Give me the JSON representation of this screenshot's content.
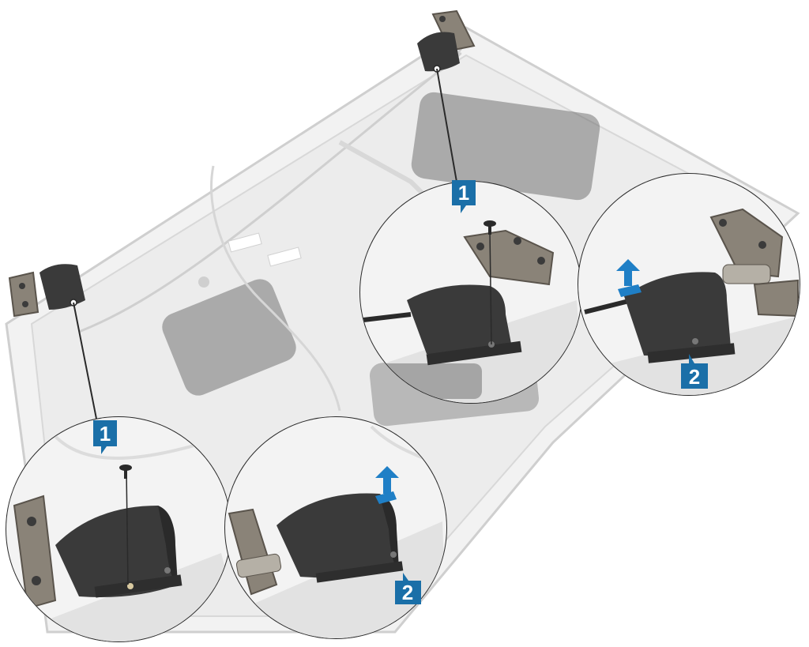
{
  "colors": {
    "background": "#ffffff",
    "panel_fill": "#efefef",
    "panel_edge": "#d3d3d3",
    "dark_part": "#3a3a3a",
    "hinge_metal": "#8a8378",
    "callout_badge": "#1a6fa8",
    "arrow": "#1f7fc6",
    "leader_line": "#2a2a2a"
  },
  "steps": {
    "left_circle_a": "1",
    "left_circle_b": "2",
    "right_circle_a": "1",
    "right_circle_b": "2"
  },
  "icons": [
    "screw-icon",
    "lift-arrow-icon",
    "hinge-icon"
  ]
}
